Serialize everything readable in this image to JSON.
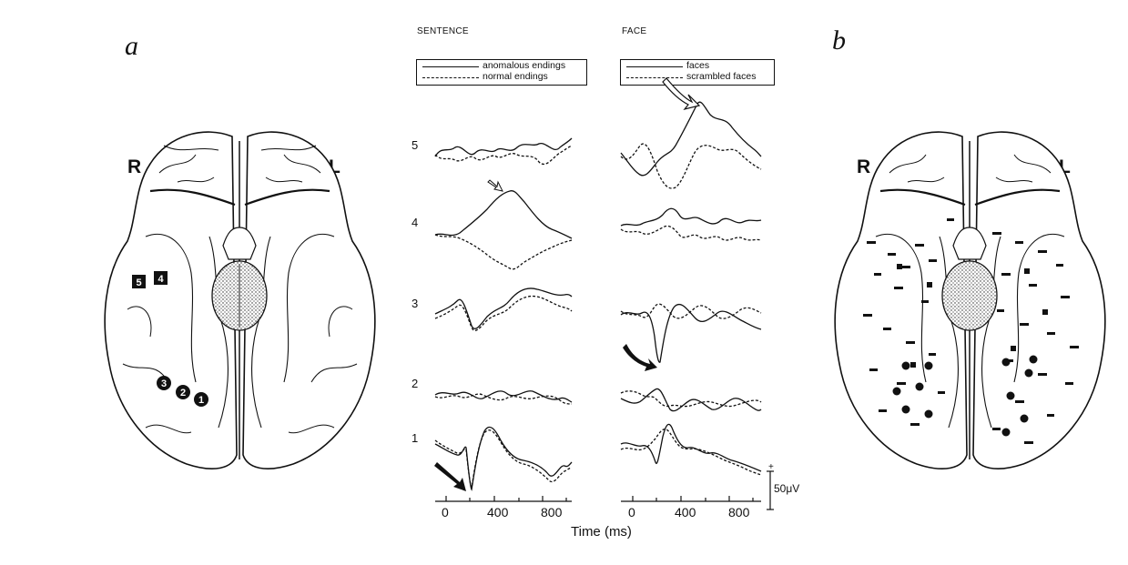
{
  "panels": {
    "a": "a",
    "b": "b"
  },
  "hemispheres": {
    "right": "R",
    "left": "L"
  },
  "electrode_sites": [
    "1",
    "2",
    "3",
    "4",
    "5"
  ],
  "columns": [
    {
      "title": "SENTENCE",
      "legend": {
        "solid": "anomalous endings",
        "dashed": "normal endings"
      },
      "x_ticks": [
        "0",
        "400",
        "800"
      ]
    },
    {
      "title": "FACE",
      "legend": {
        "solid": "faces",
        "dashed": "scrambled faces"
      },
      "x_ticks": [
        "0",
        "400",
        "800"
      ]
    }
  ],
  "row_labels": [
    "5",
    "4",
    "3",
    "2",
    "1"
  ],
  "time_axis_label": "Time (ms)",
  "scale_bar": {
    "plus": "+",
    "value": "50μV"
  }
}
